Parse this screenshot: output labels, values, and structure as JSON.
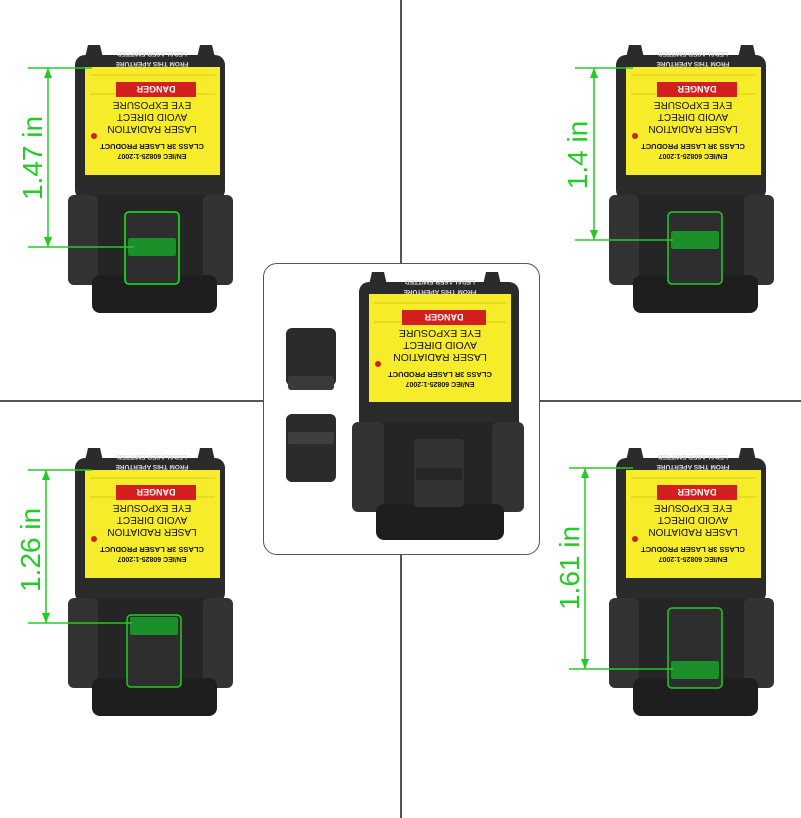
{
  "colors": {
    "accent_green": "#22cc22",
    "label_yellow": "#f6ec2a",
    "body_dark": "#2b2b2b",
    "danger_red": "#d41f1f",
    "divider": "#555555"
  },
  "label": {
    "product": "CLASS 3R LASER PRODUCT",
    "standard": "EN/IEC 60825-1:2007",
    "line1": "LASER RADIATION",
    "line2": "AVOID DIRECT",
    "line3": "EYE EXPOSURE",
    "danger": "DANGER",
    "aperture": "FROM THIS APERTURE",
    "emitted": "LED&LASER EMITTED"
  },
  "measurements": [
    {
      "id": "top-left",
      "text": "1.47 in",
      "value": 1.47
    },
    {
      "id": "top-right",
      "text": "1.4 in",
      "value": 1.4
    },
    {
      "id": "bottom-left",
      "text": "1.26 in",
      "value": 1.26
    },
    {
      "id": "bottom-right",
      "text": "1.61 in",
      "value": 1.61
    }
  ]
}
